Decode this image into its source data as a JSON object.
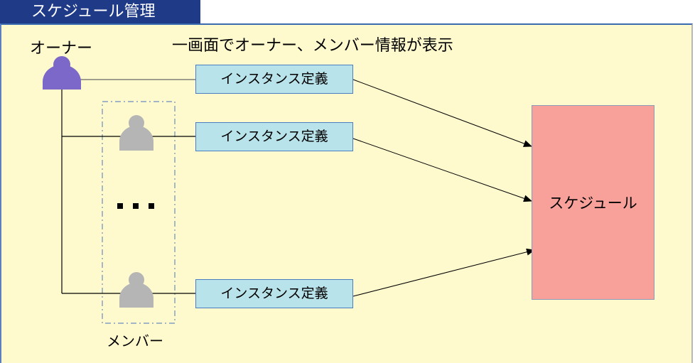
{
  "title_tab": "スケジュール管理",
  "headline": "一画面でオーナー、メンバー情報が表示",
  "owner": {
    "label": "オーナー",
    "icon": "person-icon",
    "color": "#7b68c8"
  },
  "members": {
    "label": "メンバー",
    "icon": "person-icon",
    "color": "#b5b5b5",
    "ellipsis": "・・・"
  },
  "instances": [
    {
      "label": "インスタンス定義"
    },
    {
      "label": "インスタンス定義"
    },
    {
      "label": "インスタンス定義"
    }
  ],
  "schedule": {
    "label": "スケジュール",
    "color": "#f7a19a"
  },
  "colors": {
    "title_bg": "#1f3a87",
    "panel_bg": "#fffacd",
    "instance_bg": "#b9e3ea"
  }
}
